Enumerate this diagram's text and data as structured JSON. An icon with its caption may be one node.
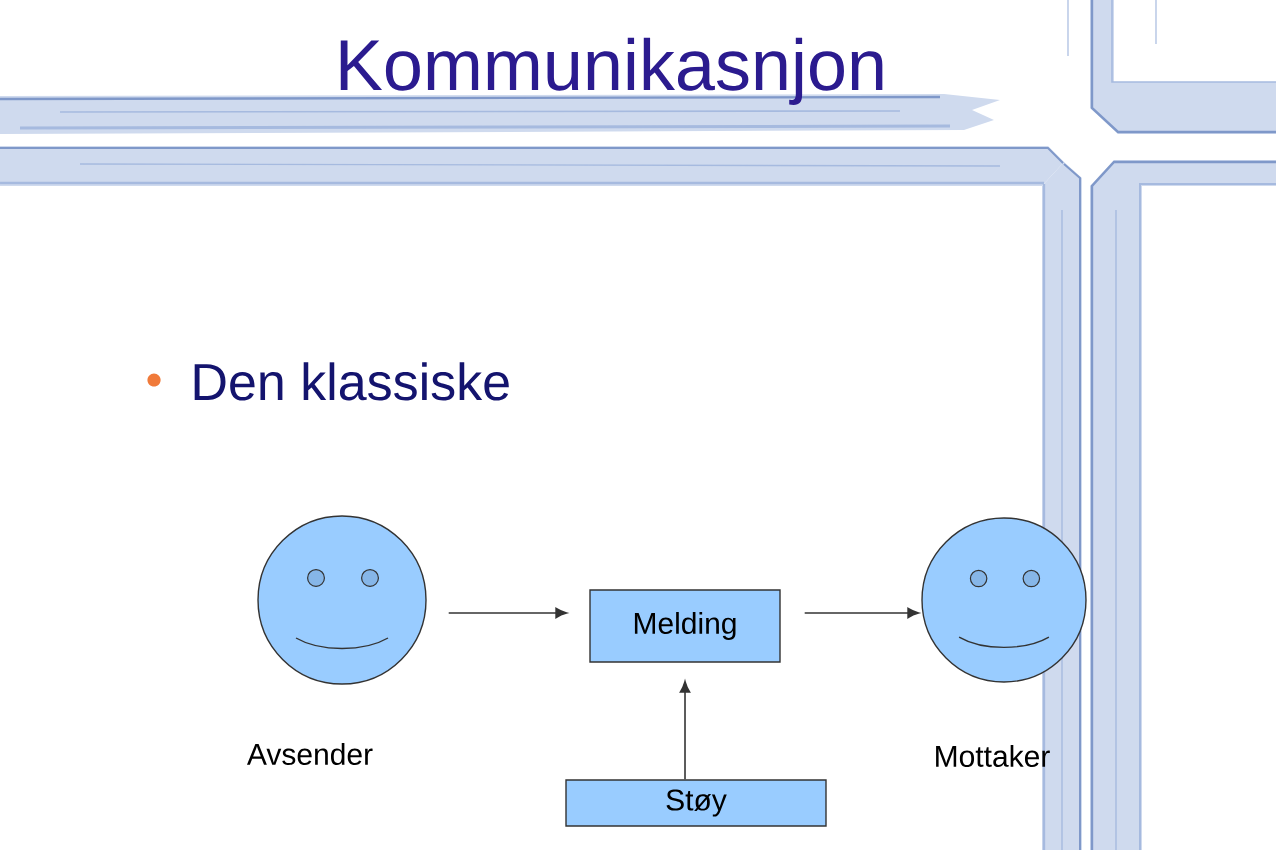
{
  "diagram": {
    "title": "Kommunikasnjon",
    "nodes": [
      {
        "text": [],
        "shape": "smiley",
        "beside": [
          "Avsender"
        ]
      },
      {
        "text": [
          "Melding"
        ]
      },
      {
        "text": [],
        "shape": "smiley",
        "beside": [
          "Mottaker"
        ]
      },
      {
        "text": [
          "Støy"
        ]
      }
    ],
    "edges": [
      {
        "from": 0,
        "to": 1,
        "arrow": "to"
      },
      {
        "from": 1,
        "to": 2,
        "arrow": "to"
      },
      {
        "from": 3,
        "to": 1,
        "arrow": "to"
      }
    ],
    "labels": [
      "Den klassiske"
    ]
  }
}
